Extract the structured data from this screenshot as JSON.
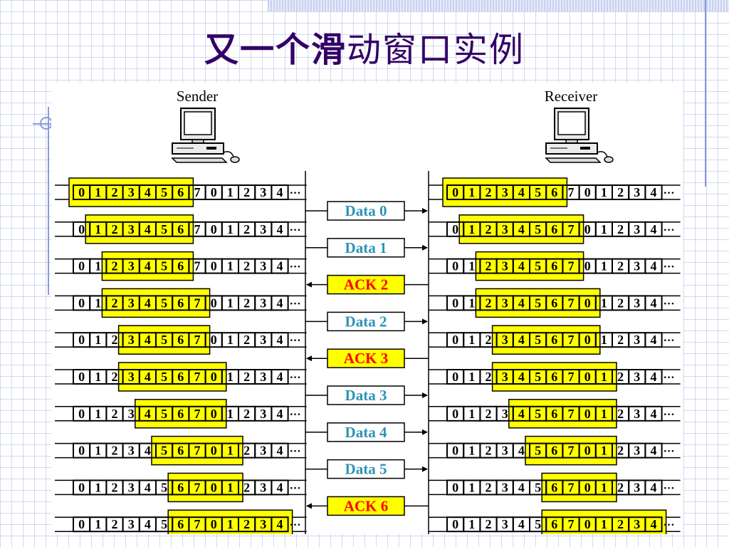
{
  "title": {
    "part1": "又一个滑",
    "part2": "动窗口实例"
  },
  "sender_label": "Sender",
  "receiver_label": "Receiver",
  "sequence": [
    "0",
    "1",
    "2",
    "3",
    "4",
    "5",
    "6",
    "7",
    "0",
    "1",
    "2",
    "3",
    "4"
  ],
  "ellipsis": "···",
  "sender_windows": [
    [
      0,
      6
    ],
    [
      1,
      6
    ],
    [
      2,
      6
    ],
    [
      2,
      7
    ],
    [
      3,
      7
    ],
    [
      3,
      8
    ],
    [
      4,
      8
    ],
    [
      5,
      9
    ],
    [
      6,
      9
    ],
    [
      6,
      12
    ]
  ],
  "receiver_windows": [
    [
      0,
      6
    ],
    [
      1,
      7
    ],
    [
      2,
      7
    ],
    [
      2,
      8
    ],
    [
      3,
      8
    ],
    [
      3,
      9
    ],
    [
      4,
      9
    ],
    [
      5,
      9
    ],
    [
      6,
      9
    ],
    [
      6,
      12
    ]
  ],
  "messages": [
    {
      "label": "Data 0",
      "kind": "data"
    },
    {
      "label": "Data 1",
      "kind": "data"
    },
    {
      "label": "ACK 2",
      "kind": "ack"
    },
    {
      "label": "Data 2",
      "kind": "data"
    },
    {
      "label": "ACK 3",
      "kind": "ack"
    },
    {
      "label": "Data 3",
      "kind": "data"
    },
    {
      "label": "Data 4",
      "kind": "data"
    },
    {
      "label": "Data 5",
      "kind": "data"
    },
    {
      "label": "ACK 6",
      "kind": "ack"
    }
  ],
  "colors": {
    "title": "#330066",
    "window_fill": "#ffff00",
    "data_text": "#2e93b8",
    "ack_text": "#ff0000",
    "ack_fill": "#ffff00",
    "grid": "#b0bae2"
  }
}
